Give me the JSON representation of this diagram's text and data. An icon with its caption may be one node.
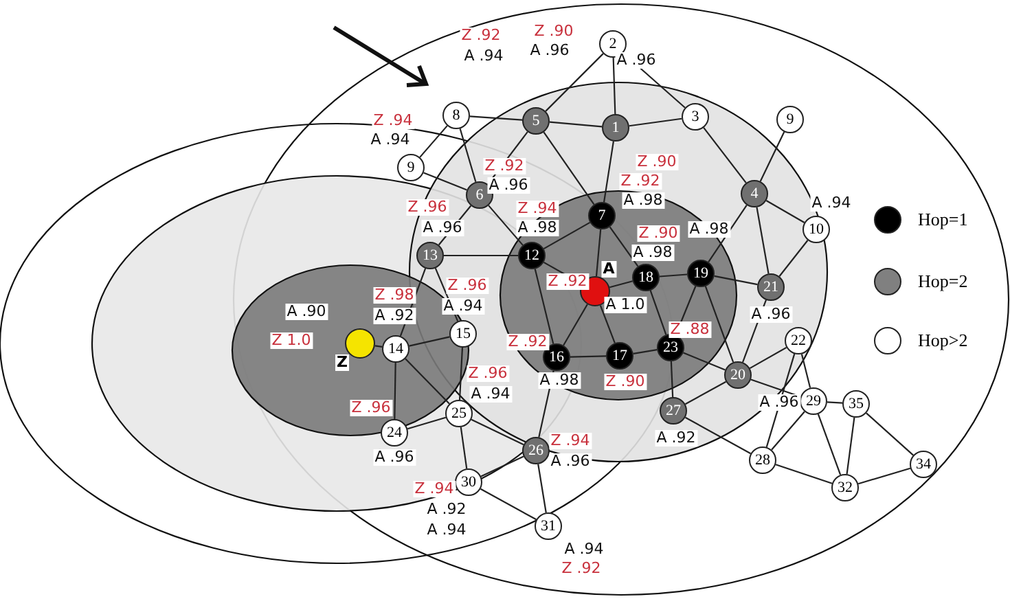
{
  "diagram": {
    "nodes": [
      {
        "text": [
          "2"
        ]
      },
      {
        "text": [
          "8"
        ]
      },
      {
        "text": [
          "5"
        ]
      },
      {
        "text": [
          "1"
        ]
      },
      {
        "text": [
          "3"
        ]
      },
      {
        "text": [
          "9"
        ]
      },
      {
        "text": [
          "9"
        ]
      },
      {
        "text": [
          "6"
        ]
      },
      {
        "text": [
          "4"
        ]
      },
      {
        "text": [
          "7"
        ]
      },
      {
        "text": [
          "10"
        ]
      },
      {
        "text": [
          "12"
        ]
      },
      {
        "text": [
          "13"
        ]
      },
      {
        "text": [
          "19"
        ]
      },
      {
        "text": [
          "18"
        ]
      },
      {
        "text": [],
        "shape": "circle",
        "beside": [
          "A"
        ]
      },
      {
        "text": [
          "21"
        ]
      },
      {
        "text": [
          "15"
        ]
      },
      {
        "text": [],
        "shape": "circle",
        "beside": [
          "Z"
        ]
      },
      {
        "text": [
          "14"
        ]
      },
      {
        "text": [
          "22"
        ]
      },
      {
        "text": [
          "23"
        ]
      },
      {
        "text": [
          "17"
        ]
      },
      {
        "text": [
          "16"
        ]
      },
      {
        "text": [
          "20"
        ]
      },
      {
        "text": [
          "29"
        ]
      },
      {
        "text": [
          "35"
        ]
      },
      {
        "text": [
          "27"
        ]
      },
      {
        "text": [
          "25"
        ]
      },
      {
        "text": [
          "24"
        ]
      },
      {
        "text": [
          "26"
        ]
      },
      {
        "text": [
          "28"
        ]
      },
      {
        "text": [
          "34"
        ]
      },
      {
        "text": [
          "30"
        ]
      },
      {
        "text": [
          "32"
        ]
      },
      {
        "text": [
          "31"
        ]
      }
    ],
    "edges": [
      {
        "from": 18,
        "to": 19,
        "arrow": "none"
      },
      {
        "from": 19,
        "to": 17,
        "arrow": "none"
      },
      {
        "from": 19,
        "to": 29,
        "arrow": "none"
      },
      {
        "from": 19,
        "to": 28,
        "arrow": "none"
      },
      {
        "from": 12,
        "to": 19,
        "arrow": "none"
      },
      {
        "from": 17,
        "to": 28,
        "arrow": "none"
      },
      {
        "from": 12,
        "to": 17,
        "arrow": "none"
      },
      {
        "from": 12,
        "to": 11,
        "arrow": "none"
      },
      {
        "from": 7,
        "to": 12,
        "arrow": "none"
      },
      {
        "from": 6,
        "to": 7,
        "arrow": "none"
      },
      {
        "from": 1,
        "to": 6,
        "arrow": "none"
      },
      {
        "from": 1,
        "to": 7,
        "arrow": "none"
      },
      {
        "from": 1,
        "to": 2,
        "arrow": "none"
      },
      {
        "from": 2,
        "to": 3,
        "arrow": "none"
      },
      {
        "from": 2,
        "to": 9,
        "arrow": "none"
      },
      {
        "from": 2,
        "to": 7,
        "arrow": "none"
      },
      {
        "from": 0,
        "to": 2,
        "arrow": "none"
      },
      {
        "from": 0,
        "to": 3,
        "arrow": "none"
      },
      {
        "from": 0,
        "to": 4,
        "arrow": "none"
      },
      {
        "from": 3,
        "to": 4,
        "arrow": "none"
      },
      {
        "from": 3,
        "to": 9,
        "arrow": "none"
      },
      {
        "from": 4,
        "to": 8,
        "arrow": "none"
      },
      {
        "from": 8,
        "to": 5,
        "arrow": "none"
      },
      {
        "from": 8,
        "to": 10,
        "arrow": "none"
      },
      {
        "from": 8,
        "to": 13,
        "arrow": "none"
      },
      {
        "from": 8,
        "to": 16,
        "arrow": "none"
      },
      {
        "from": 10,
        "to": 16,
        "arrow": "none"
      },
      {
        "from": 9,
        "to": 11,
        "arrow": "none"
      },
      {
        "from": 9,
        "to": 14,
        "arrow": "none"
      },
      {
        "from": 9,
        "to": 15,
        "arrow": "none"
      },
      {
        "from": 7,
        "to": 11,
        "arrow": "none"
      },
      {
        "from": 11,
        "to": 23,
        "arrow": "none"
      },
      {
        "from": 11,
        "to": 15,
        "arrow": "none"
      },
      {
        "from": 23,
        "to": 22,
        "arrow": "none"
      },
      {
        "from": 23,
        "to": 15,
        "arrow": "none"
      },
      {
        "from": 22,
        "to": 21,
        "arrow": "none"
      },
      {
        "from": 22,
        "to": 15,
        "arrow": "none"
      },
      {
        "from": 15,
        "to": 14,
        "arrow": "none"
      },
      {
        "from": 14,
        "to": 13,
        "arrow": "none"
      },
      {
        "from": 14,
        "to": 21,
        "arrow": "none"
      },
      {
        "from": 13,
        "to": 21,
        "arrow": "none"
      },
      {
        "from": 13,
        "to": 16,
        "arrow": "none"
      },
      {
        "from": 13,
        "to": 24,
        "arrow": "none"
      },
      {
        "from": 16,
        "to": 24,
        "arrow": "none"
      },
      {
        "from": 21,
        "to": 24,
        "arrow": "none"
      },
      {
        "from": 21,
        "to": 27,
        "arrow": "none"
      },
      {
        "from": 24,
        "to": 20,
        "arrow": "none"
      },
      {
        "from": 24,
        "to": 27,
        "arrow": "none"
      },
      {
        "from": 24,
        "to": 25,
        "arrow": "none"
      },
      {
        "from": 20,
        "to": 25,
        "arrow": "none"
      },
      {
        "from": 20,
        "to": 31,
        "arrow": "none"
      },
      {
        "from": 25,
        "to": 26,
        "arrow": "none"
      },
      {
        "from": 25,
        "to": 31,
        "arrow": "none"
      },
      {
        "from": 25,
        "to": 34,
        "arrow": "none"
      },
      {
        "from": 26,
        "to": 34,
        "arrow": "none"
      },
      {
        "from": 26,
        "to": 32,
        "arrow": "none"
      },
      {
        "from": 34,
        "to": 32,
        "arrow": "none"
      },
      {
        "from": 31,
        "to": 34,
        "arrow": "none"
      },
      {
        "from": 27,
        "to": 31,
        "arrow": "none"
      },
      {
        "from": 28,
        "to": 30,
        "arrow": "none"
      },
      {
        "from": 28,
        "to": 33,
        "arrow": "none"
      },
      {
        "from": 29,
        "to": 28,
        "arrow": "none"
      },
      {
        "from": 30,
        "to": 23,
        "arrow": "none"
      },
      {
        "from": 30,
        "to": 33,
        "arrow": "none"
      },
      {
        "from": 30,
        "to": 35,
        "arrow": "none"
      },
      {
        "from": 33,
        "to": 35,
        "arrow": "none"
      }
    ],
    "labels": [
      "Z .92",
      "A .94",
      "Z .90",
      "A .96",
      "A .96",
      "Z .94",
      "A .94",
      "Z .92",
      "A .96",
      "Z .90",
      "Z .92",
      "A .98",
      "Z .96",
      "A .96",
      "Z .94",
      "A .98",
      "Z .90",
      "A .98",
      "A .98",
      "A .94",
      "Z .92",
      "A 1.0",
      "Z .98",
      "A .92",
      "Z .96",
      "A .94",
      "A .90",
      "Z 1.0",
      "Z .92",
      "Z .88",
      "A .96",
      "Z .96",
      "A .94",
      "A .98",
      "Z .90",
      "A .96",
      "Z .96",
      "A .96",
      "Z .94",
      "A .96",
      "A .92",
      "Z .94",
      "A .92",
      "A .94",
      "A .94",
      "Z .92"
    ],
    "legend": [
      {
        "text": "Hop=1",
        "color": "#000000"
      },
      {
        "text": "Hop=2",
        "color": "#808080"
      },
      {
        "text": "Hop>2",
        "color": "#ffffff"
      }
    ]
  }
}
